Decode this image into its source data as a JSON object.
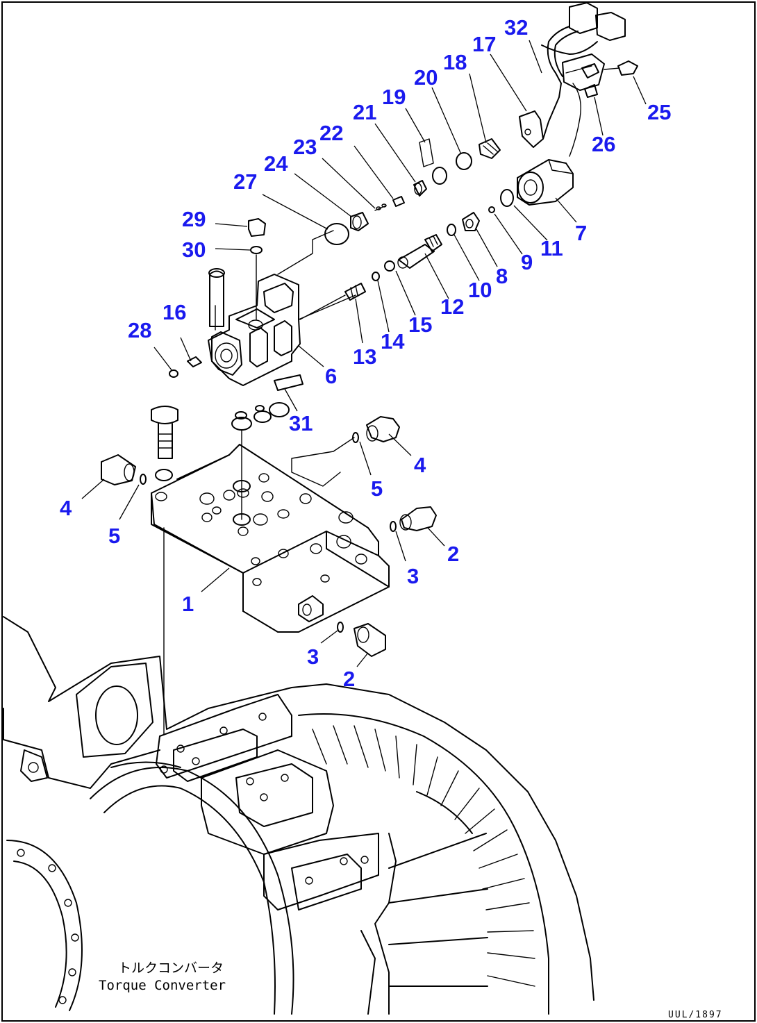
{
  "callouts": [
    {
      "id": "c32",
      "text": "32"
    },
    {
      "id": "c17",
      "text": "17"
    },
    {
      "id": "c18",
      "text": "18"
    },
    {
      "id": "c20",
      "text": "20"
    },
    {
      "id": "c19",
      "text": "19"
    },
    {
      "id": "c21",
      "text": "21"
    },
    {
      "id": "c22",
      "text": "22"
    },
    {
      "id": "c23",
      "text": "23"
    },
    {
      "id": "c24",
      "text": "24"
    },
    {
      "id": "c27",
      "text": "27"
    },
    {
      "id": "c25",
      "text": "25"
    },
    {
      "id": "c26",
      "text": "26"
    },
    {
      "id": "c29",
      "text": "29"
    },
    {
      "id": "c30",
      "text": "30"
    },
    {
      "id": "c7",
      "text": "7"
    },
    {
      "id": "c11",
      "text": "11"
    },
    {
      "id": "c9",
      "text": "9"
    },
    {
      "id": "c8",
      "text": "8"
    },
    {
      "id": "c10",
      "text": "10"
    },
    {
      "id": "c12",
      "text": "12"
    },
    {
      "id": "c15",
      "text": "15"
    },
    {
      "id": "c14",
      "text": "14"
    },
    {
      "id": "c13",
      "text": "13"
    },
    {
      "id": "c16",
      "text": "16"
    },
    {
      "id": "c28",
      "text": "28"
    },
    {
      "id": "c6",
      "text": "6"
    },
    {
      "id": "c31",
      "text": "31"
    },
    {
      "id": "c4a",
      "text": "4"
    },
    {
      "id": "c5a",
      "text": "5"
    },
    {
      "id": "c4b",
      "text": "4"
    },
    {
      "id": "c5b",
      "text": "5"
    },
    {
      "id": "c2a",
      "text": "2"
    },
    {
      "id": "c3a",
      "text": "3"
    },
    {
      "id": "c1",
      "text": "1"
    },
    {
      "id": "c3b",
      "text": "3"
    },
    {
      "id": "c2b",
      "text": "2"
    }
  ],
  "caption": {
    "japanese": "トルクコンバータ",
    "english": "Torque Converter"
  },
  "drawing_code": "UUL/1897"
}
